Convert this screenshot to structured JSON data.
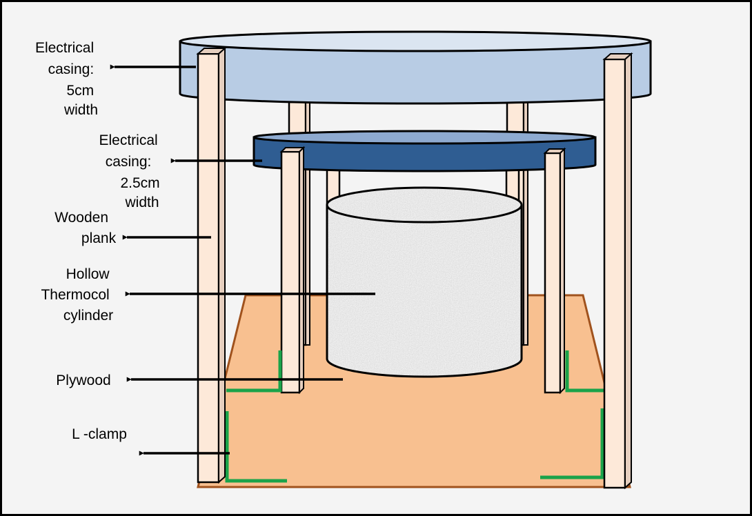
{
  "colors": {
    "background": "#f4f4f4",
    "border": "#000000",
    "upper_casing": "#b8cce4",
    "upper_casing_top": "#dbe5f1",
    "lower_casing": "#2f5d92",
    "lower_casing_top": "#8eaad0",
    "plank": "#fde9d9",
    "plank_top": "#e6cfbf",
    "plywood": "#f8c090",
    "plywood_edge": "#a0521d",
    "l_clamp": "#1aa34a",
    "cylinder": "#ebebeb",
    "arrow": "#000000"
  },
  "labels": {
    "upper_casing": [
      "Electrical",
      "casing:",
      "5cm",
      "width"
    ],
    "lower_casing": [
      "Electrical",
      "casing:",
      "2.5cm",
      "width"
    ],
    "wooden_plank": [
      "Wooden",
      "plank"
    ],
    "thermocol": [
      "Hollow",
      "Thermocol",
      "cylinder"
    ],
    "plywood": [
      "Plywood"
    ],
    "l_clamp": [
      "L -clamp"
    ]
  },
  "icons": {
    "arrow": "left-arrow-icon"
  }
}
